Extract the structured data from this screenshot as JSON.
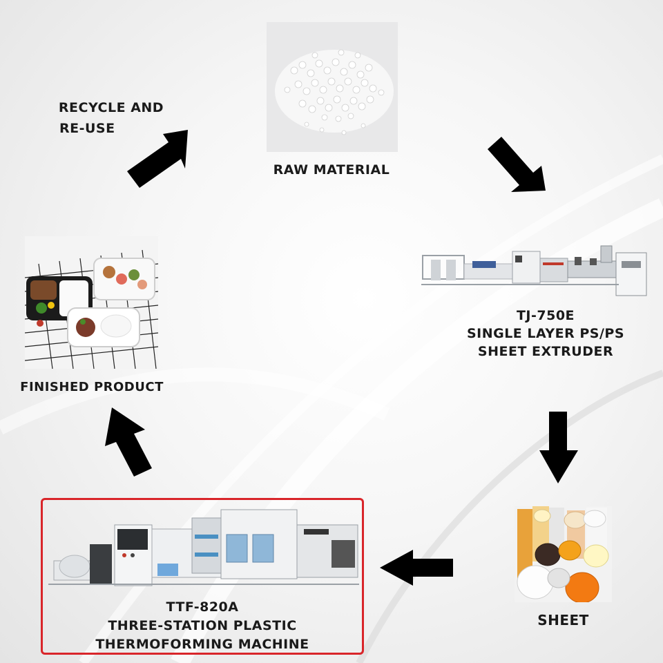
{
  "steps": {
    "recycle": {
      "line1": "RECYCLE AND",
      "line2": "RE-USE"
    },
    "raw_material": {
      "label": "RAW MATERIAL"
    },
    "extruder": {
      "line1": "TJ-750E",
      "line2": "SINGLE LAYER PS/PS",
      "line3": "SHEET EXTRUDER"
    },
    "sheet": {
      "label": "SHEET"
    },
    "thermoformer": {
      "line1": "TTF-820A",
      "line2": "THREE-STATION PLASTIC",
      "line3": "THERMOFORMING MACHINE"
    },
    "finished": {
      "label": "FINISHED PRODUCT"
    }
  },
  "colors": {
    "arrow": "#000000",
    "highlight_border": "#d9252a",
    "text": "#1a1a1a"
  },
  "icons": [
    "arrow-up-right-icon",
    "arrow-down-right-icon",
    "arrow-down-icon",
    "arrow-left-icon",
    "arrow-up-left-icon"
  ]
}
